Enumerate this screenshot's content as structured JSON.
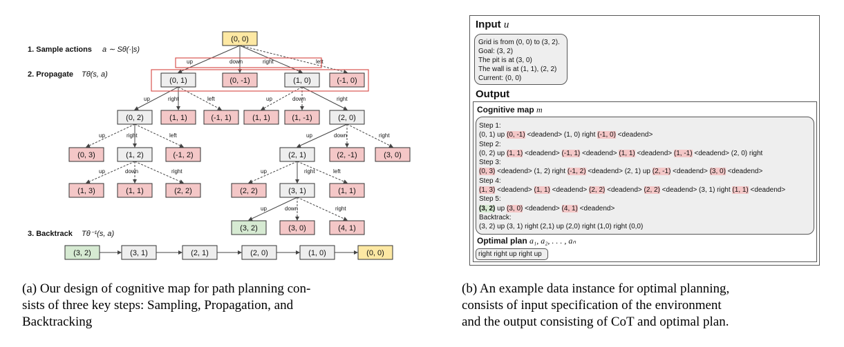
{
  "left_figure": {
    "step1": {
      "label": "1. Sample actions",
      "math": "a ∼ Sθ(·|s)"
    },
    "step2": {
      "label": "2. Propagate",
      "math": "Tθ(s, a)"
    },
    "step3": {
      "label": "3. Backtrack",
      "math": "Tθ⁻¹(s, a)"
    },
    "nodes": {
      "root": {
        "text": "(0, 0)",
        "color": "#fde8a3"
      },
      "n01": {
        "text": "(0, 1)",
        "color": "#eeeeee"
      },
      "n0m1": {
        "text": "(0, -1)",
        "color": "#f4c7c7"
      },
      "n10": {
        "text": "(1, 0)",
        "color": "#eeeeee"
      },
      "nm10": {
        "text": "(-1, 0)",
        "color": "#f4c7c7"
      },
      "n02": {
        "text": "(0, 2)",
        "color": "#eeeeee"
      },
      "n11a": {
        "text": "(1, 1)",
        "color": "#f4c7c7"
      },
      "nm11": {
        "text": "(-1, 1)",
        "color": "#f4c7c7"
      },
      "n11b": {
        "text": "(1, 1)",
        "color": "#f4c7c7"
      },
      "n1m1": {
        "text": "(1, -1)",
        "color": "#f4c7c7"
      },
      "n20": {
        "text": "(2, 0)",
        "color": "#eeeeee"
      },
      "n03": {
        "text": "(0, 3)",
        "color": "#f4c7c7"
      },
      "n12": {
        "text": "(1, 2)",
        "color": "#eeeeee"
      },
      "nm12": {
        "text": "(-1, 2)",
        "color": "#f4c7c7"
      },
      "n21": {
        "text": "(2, 1)",
        "color": "#eeeeee"
      },
      "n2m1": {
        "text": "(2, -1)",
        "color": "#f4c7c7"
      },
      "n30": {
        "text": "(3, 0)",
        "color": "#f4c7c7"
      },
      "n13": {
        "text": "(1, 3)",
        "color": "#f4c7c7"
      },
      "n11c": {
        "text": "(1, 1)",
        "color": "#f4c7c7"
      },
      "n22a": {
        "text": "(2, 2)",
        "color": "#f4c7c7"
      },
      "n22b": {
        "text": "(2, 2)",
        "color": "#f4c7c7"
      },
      "n31": {
        "text": "(3, 1)",
        "color": "#eeeeee"
      },
      "n11d": {
        "text": "(1, 1)",
        "color": "#f4c7c7"
      },
      "n32": {
        "text": "(3, 2)",
        "color": "#d6ead2"
      },
      "n30b": {
        "text": "(3, 0)",
        "color": "#f4c7c7"
      },
      "n41": {
        "text": "(4, 1)",
        "color": "#f4c7c7"
      }
    },
    "actions": [
      "up",
      "down",
      "right",
      "left",
      "up",
      "right",
      "left",
      "up",
      "down",
      "right",
      "up",
      "right",
      "left",
      "up",
      "down",
      "right",
      "up",
      "down",
      "right",
      "up",
      "right",
      "left",
      "up",
      "down",
      "right"
    ],
    "backtrack": [
      {
        "text": "(3, 2)",
        "color": "#d6ead2"
      },
      {
        "text": "(3, 1)",
        "color": "#eeeeee"
      },
      {
        "text": "(2, 1)",
        "color": "#eeeeee"
      },
      {
        "text": "(2, 0)",
        "color": "#eeeeee"
      },
      {
        "text": "(1, 0)",
        "color": "#eeeeee"
      },
      {
        "text": "(0, 0)",
        "color": "#fde8a3"
      }
    ],
    "caption": [
      "(a) Our design of cognitive map for path planning con-",
      "sists of three key steps: Sampling, Propagation, and",
      "Backtracking"
    ]
  },
  "right_figure": {
    "input_title": "Input",
    "input_var": "u",
    "input_lines": [
      "Grid is from (0, 0) to (3, 2).",
      "Goal: (3, 2)",
      "The pit is at (3, 0)",
      "The wall is at (1, 1), (2, 2)",
      "Current: (0, 0)"
    ],
    "output_title": "Output",
    "cog_title": "Cognitive map",
    "cog_var": "m",
    "cog_lines": [
      "Step 1:",
      "(0, 1) up [(0, -1)] <deadend> (1, 0) right [(-1, 0)] <deadend>",
      "Step 2:",
      "(0, 2) up [(1, 1)] <deadend> [(-1, 1)] <deadend> [(1, 1)] <deadend> [(1, -1)] <deadend> (2, 0) right",
      "Step 3:",
      "[(0, 3)] <deadend> (1, 2) right [(-1, 2)] <deadend> (2, 1) up [(2, -1)] <deadend> [(3, 0)] <deadend>",
      "Step 4:",
      "[(1, 3)] <deadend> [(1, 1)] <deadend> [(2, 2)] <deadend> [(2, 2)] <deadend> (3, 1) right [(1, 1)] <deadend>",
      "Step 5:",
      "{(3, 2)} up [(3, 0)] <deadend> [(4, 1)] <deadend>",
      "Backtrack:",
      "(3, 2) up (3, 1) right (2,1) up (2,0) right (1,0) right (0,0)"
    ],
    "plan_title": "Optimal plan",
    "plan_var": "a₁, a₂, . . . , aₙ",
    "plan_value": "right right up right up",
    "caption": [
      "(b) An example data instance for optimal planning,",
      "consists of input specification of the environment",
      "and the output consisting of CoT and optimal plan."
    ]
  }
}
